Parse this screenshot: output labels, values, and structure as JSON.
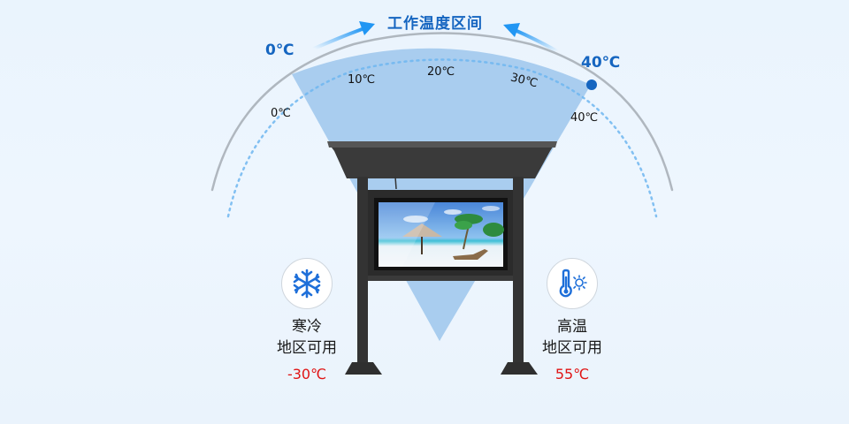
{
  "title": "工作温度区间",
  "range": {
    "start_label": "0℃",
    "end_label": "40℃"
  },
  "dial_ticks": [
    {
      "label": "0℃"
    },
    {
      "label": "10℃"
    },
    {
      "label": "20℃"
    },
    {
      "label": "30℃"
    },
    {
      "label": "40℃"
    }
  ],
  "features": {
    "cold": {
      "icon": "snowflake-icon",
      "line1": "寒冷",
      "line2": "地区可用",
      "temperature": "-30℃"
    },
    "hot": {
      "icon": "thermometer-sun-icon",
      "line1": "高温",
      "line2": "地区可用",
      "temperature": "55℃"
    }
  },
  "colors": {
    "accent": "#1565c0",
    "arrow": "#2196f3",
    "sector": "#a9cdef",
    "temperature": "#e01414",
    "frame": "#333333"
  }
}
